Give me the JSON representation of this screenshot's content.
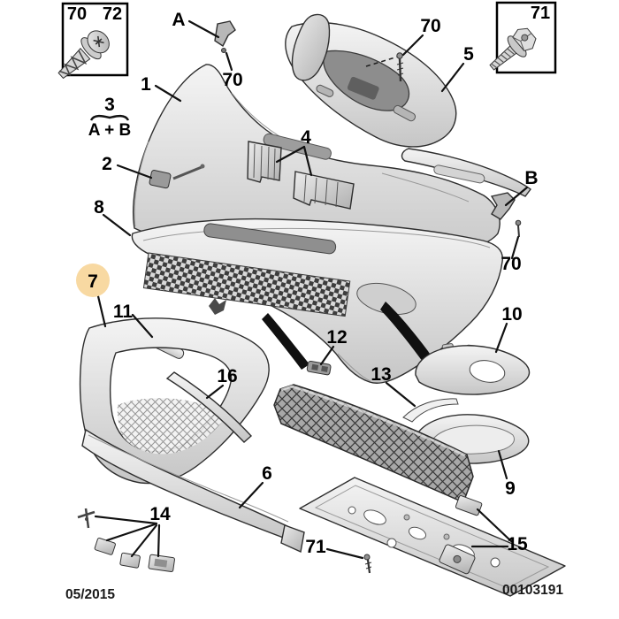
{
  "diagram": {
    "title_context": "front-bumper-exploded-parts-diagram",
    "footer": {
      "date": "05/2015",
      "document_number": "00103191"
    },
    "fastener_legend": {
      "screw_box": {
        "left_label": "70",
        "right_label": "72",
        "icon": "pan-head-screw-icon"
      },
      "bolt_box": {
        "label": "71",
        "icon": "hex-flange-bolt-icon"
      }
    },
    "assembly_note": {
      "number": "3",
      "formula": "A + B"
    },
    "callouts": {
      "a": "A",
      "n70a": "70",
      "n1": "1",
      "n2": "2",
      "n8": "8",
      "n7": "7",
      "n11": "11",
      "n16": "16",
      "n6": "6",
      "n14": "14",
      "n12": "12",
      "n13": "13",
      "n4": "4",
      "n70b": "70",
      "n5": "5",
      "b": "B",
      "n70c": "70",
      "n10": "10",
      "n9": "9",
      "n15": "15",
      "n71": "71"
    },
    "highlight": {
      "highlighted_callout": "7",
      "circle_color": "#f8d9a2",
      "text_color": "#1e3a6e"
    }
  }
}
